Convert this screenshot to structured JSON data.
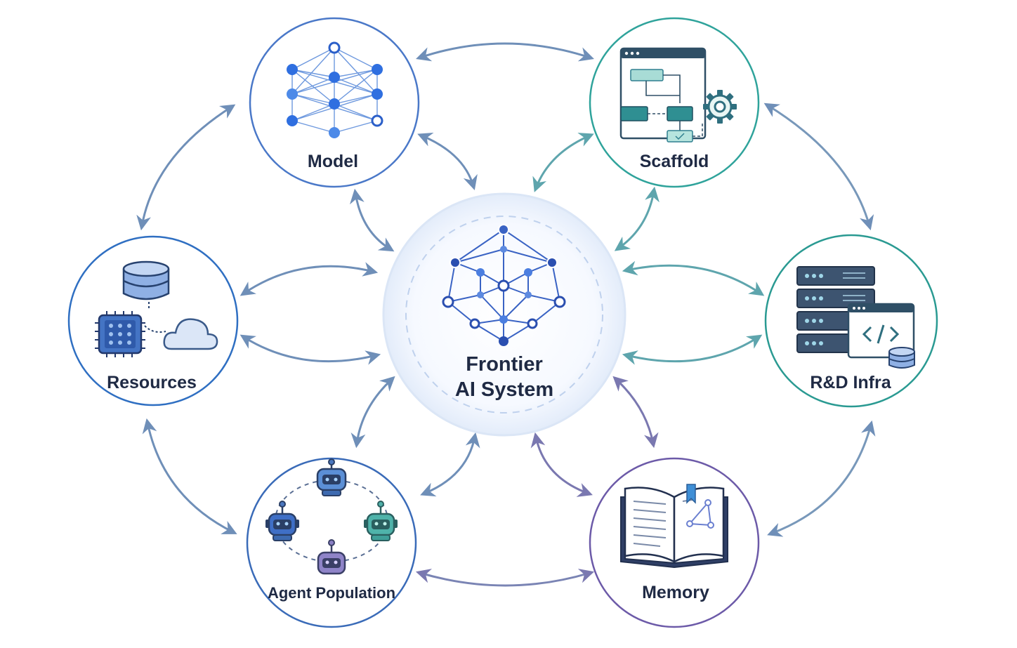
{
  "center": {
    "line1": "Frontier",
    "line2": "AI System"
  },
  "nodes": {
    "model": "Model",
    "scaffold": "Scaffold",
    "resources": "Resources",
    "rd_infra": "R&D Infra",
    "agent_population": "Agent Population",
    "memory": "Memory"
  },
  "colors": {
    "model": "#4a78c8",
    "scaffold": "#2fa39b",
    "resources": "#2f6fc2",
    "rd_infra": "#2a9a92",
    "agent_population": "#3a6bb8",
    "memory": "#6c5aa8",
    "arrow_blue": "#6f8fb8",
    "arrow_teal": "#5ea5ad",
    "text": "#1f2a44"
  }
}
